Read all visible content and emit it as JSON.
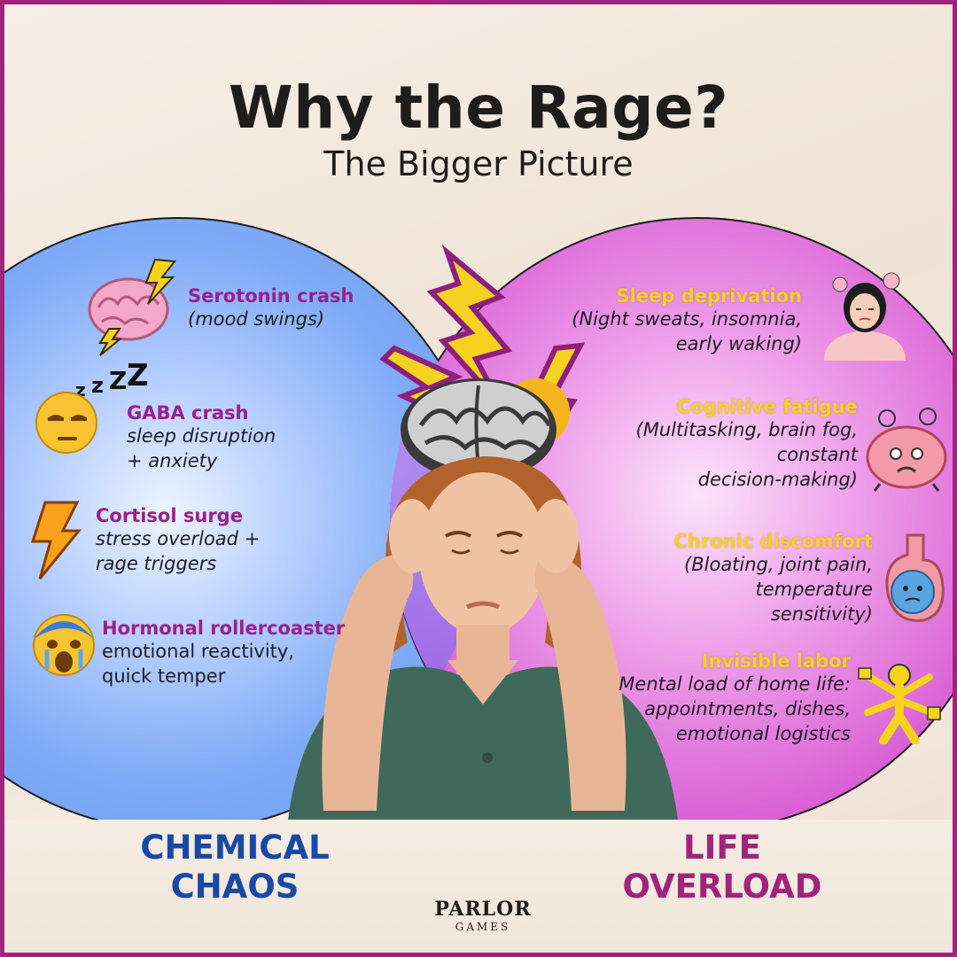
{
  "title": "Why the Rage?",
  "subtitle": "The Bigger Picture",
  "left_items": [
    {
      "title": "Serotonin crash",
      "desc": [
        "(mood swings)"
      ],
      "icon": "brain-lightning-icon"
    },
    {
      "title": "GABA crash",
      "desc": [
        "sleep disruption",
        "+ anxiety"
      ],
      "icon": "sleepy-face-icon"
    },
    {
      "title": "Cortisol surge",
      "desc": [
        "stress overload +",
        "rage triggers"
      ],
      "icon": "lightning-bolt-icon"
    },
    {
      "title": "Hormonal rollercoaster",
      "desc": [
        "emotional reactivity,",
        "quick temper"
      ],
      "icon": "screaming-face-icon"
    }
  ],
  "right_items": [
    {
      "title": "Sleep deprivation",
      "desc": [
        "(Night sweats, insomnia,",
        "early waking)"
      ],
      "icon": "tired-woman-icon"
    },
    {
      "title": "Cognitive fatigue",
      "desc": [
        "(Multitasking, brain fog,",
        "constant",
        "decision-making)"
      ],
      "icon": "stressed-brain-icon"
    },
    {
      "title": "Chronic discomfort",
      "desc": [
        "(Bloating, joint pain,",
        "temperature",
        "sensitivity)"
      ],
      "icon": "sick-stomach-icon"
    },
    {
      "title": "Invisible labor",
      "desc": [
        "Mental load of home life:",
        "appointments, dishes,",
        "emotional logistics"
      ],
      "icon": "multitasking-person-icon"
    }
  ],
  "left_label": [
    "CHEMICAL",
    "CHAOS"
  ],
  "right_label": [
    "LIFE",
    "OVERLOAD"
  ],
  "logo": {
    "line1": "PARLOR",
    "line2": "GAMES"
  },
  "colors": {
    "accent": "#a0237c",
    "left_circle": "#6b9af1",
    "right_circle": "#c94bc4",
    "left_label": "#1849a6",
    "right_title": "#f6d21e"
  }
}
